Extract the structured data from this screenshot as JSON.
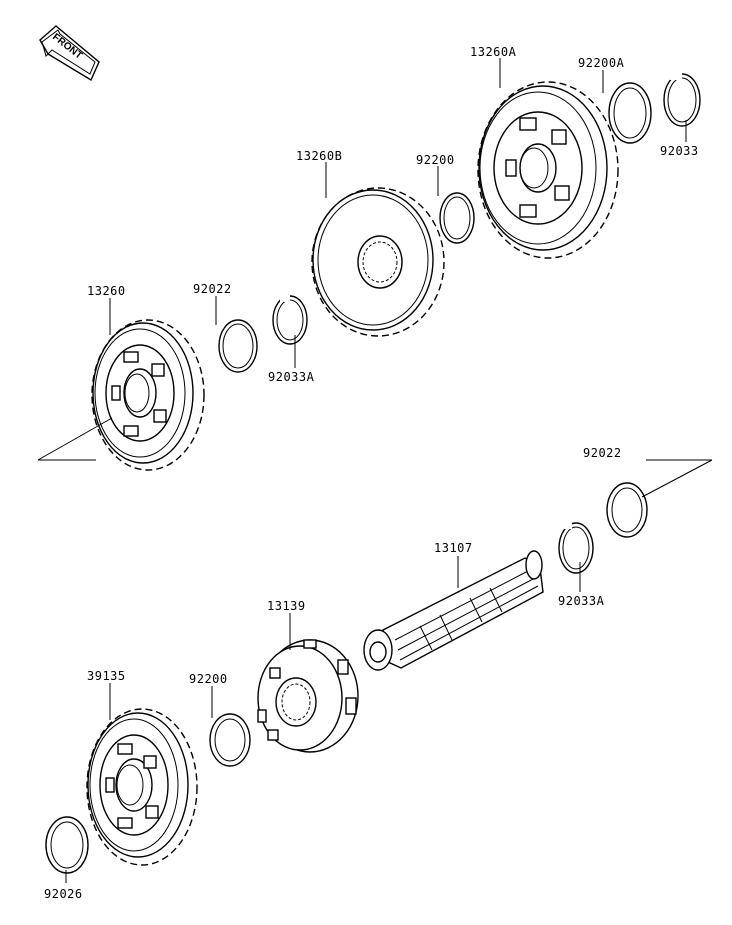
{
  "front_badge": {
    "text": "FRONT"
  },
  "parts": [
    {
      "id": "13260A",
      "label": "13260A"
    },
    {
      "id": "92200A",
      "label": "92200A"
    },
    {
      "id": "92033",
      "label": "92033"
    },
    {
      "id": "13260B",
      "label": "13260B"
    },
    {
      "id": "92200_u",
      "label": "92200"
    },
    {
      "id": "13260",
      "label": "13260"
    },
    {
      "id": "92022_u",
      "label": "92022"
    },
    {
      "id": "92033A_u",
      "label": "92033A"
    },
    {
      "id": "92022_l",
      "label": "92022"
    },
    {
      "id": "13107",
      "label": "13107"
    },
    {
      "id": "92033A_l",
      "label": "92033A"
    },
    {
      "id": "13139",
      "label": "13139"
    },
    {
      "id": "39135",
      "label": "39135"
    },
    {
      "id": "92200_l",
      "label": "92200"
    },
    {
      "id": "92026",
      "label": "92026"
    }
  ]
}
